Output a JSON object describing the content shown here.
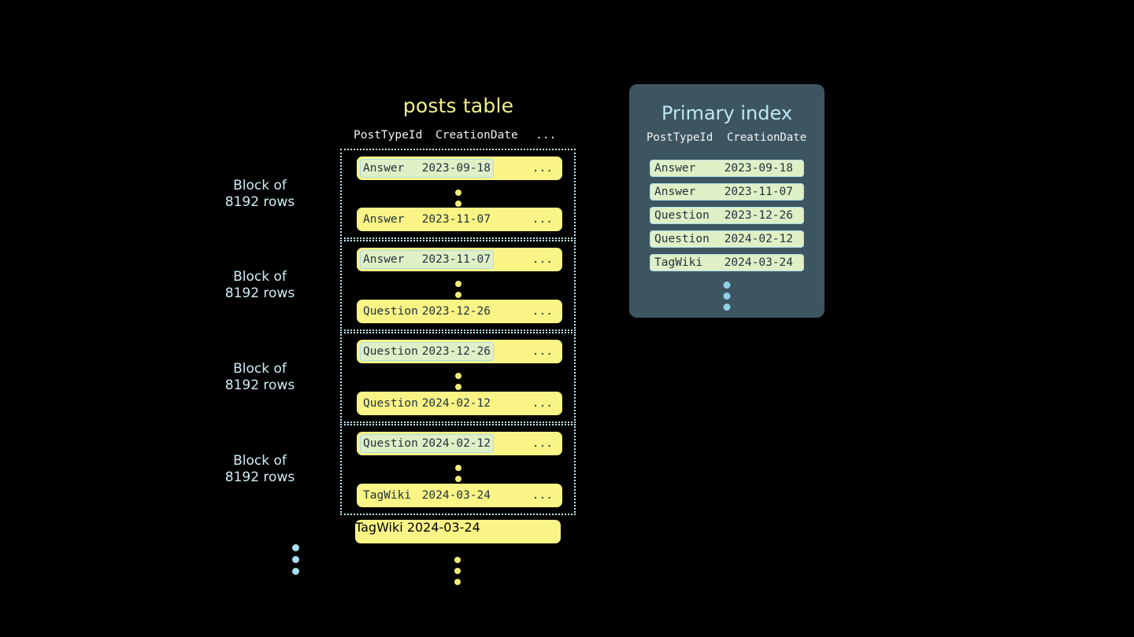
{
  "posts_table": {
    "title": "posts table",
    "columns": [
      "PostTypeId",
      "CreationDate",
      "..."
    ],
    "ellipsis_cell": "...",
    "block_label": "Block of\n8192 rows",
    "blocks": [
      {
        "label": "Block of\n8192 rows",
        "first_row": {
          "post_type_id": "Answer",
          "creation_date": "2023-09-18",
          "rest": "...",
          "highlighted": true
        },
        "last_row": {
          "post_type_id": "Answer",
          "creation_date": "2023-11-07",
          "rest": "...",
          "highlighted": false
        }
      },
      {
        "label": "Block of\n8192 rows",
        "first_row": {
          "post_type_id": "Answer",
          "creation_date": "2023-11-07",
          "rest": "...",
          "highlighted": true
        },
        "last_row": {
          "post_type_id": "Question",
          "creation_date": "2023-12-26",
          "rest": "...",
          "highlighted": false
        }
      },
      {
        "label": "Block of\n8192 rows",
        "first_row": {
          "post_type_id": "Question",
          "creation_date": "2023-12-26",
          "rest": "...",
          "highlighted": true
        },
        "last_row": {
          "post_type_id": "Question",
          "creation_date": "2024-02-12",
          "rest": "...",
          "highlighted": false
        }
      },
      {
        "label": "Block of\n8192 rows",
        "first_row": {
          "post_type_id": "Question",
          "creation_date": "2024-02-12",
          "rest": "...",
          "highlighted": true
        },
        "last_row": {
          "post_type_id": "TagWiki",
          "creation_date": "2024-03-24",
          "rest": "...",
          "highlighted": false
        }
      }
    ],
    "trailing_row": {
      "post_type_id": "TagWiki",
      "creation_date": "2024-03-24",
      "rest": "...",
      "highlighted": true
    }
  },
  "primary_index": {
    "title": "Primary index",
    "columns": [
      "PostTypeId",
      "CreationDate"
    ],
    "entries": [
      {
        "post_type_id": "Answer",
        "creation_date": "2023-09-18"
      },
      {
        "post_type_id": "Answer",
        "creation_date": "2023-11-07"
      },
      {
        "post_type_id": "Question",
        "creation_date": "2023-12-26"
      },
      {
        "post_type_id": "Question",
        "creation_date": "2024-02-12"
      },
      {
        "post_type_id": "TagWiki",
        "creation_date": "2024-03-24"
      }
    ]
  },
  "colors": {
    "background": "#000000",
    "row_yellow": "#faf486",
    "highlight_green": "#e0f0c6",
    "highlight_border": "#a9dbe8",
    "block_border": "#bfe9f5",
    "panel_slate": "#3d5560",
    "title_yellow": "#f2f08a",
    "title_blue": "#bfe6f5",
    "dot_yellow": "#f3ec7a",
    "dot_blue": "#8fd3ea",
    "text_dark": "#20333d",
    "header_white": "#f2f2f2"
  }
}
